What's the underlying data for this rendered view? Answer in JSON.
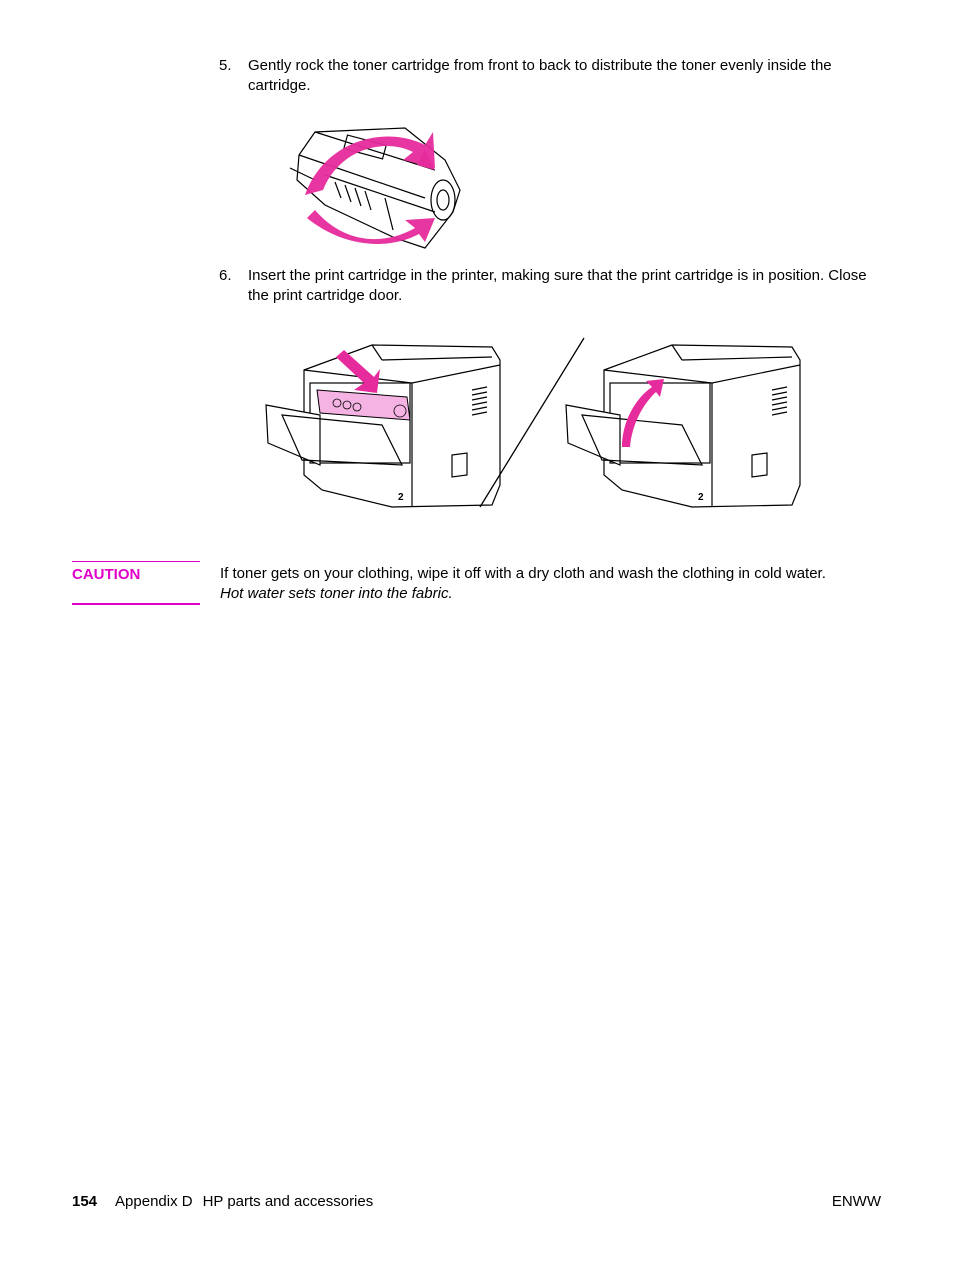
{
  "steps": [
    {
      "number": "5.",
      "text": "Gently rock the toner cartridge from front to back to distribute the toner evenly inside the cartridge."
    },
    {
      "number": "6.",
      "text": "Insert the print cartridge in the printer, making sure that the print cartridge is in position. Close the print cartridge door."
    }
  ],
  "figure_labels": {
    "left_printer": "2",
    "right_printer": "2"
  },
  "caution": {
    "label": "CAUTION",
    "text": "If toner gets on your clothing, wipe it off with a dry cloth and wash the clothing in cold water.",
    "emphasis": "Hot water sets toner into the fabric."
  },
  "footer": {
    "page_number": "154",
    "appendix": "Appendix D",
    "section": "HP parts and accessories",
    "right": "ENWW"
  },
  "colors": {
    "accent": "#e000c8",
    "highlight": "#f5b3e4"
  }
}
